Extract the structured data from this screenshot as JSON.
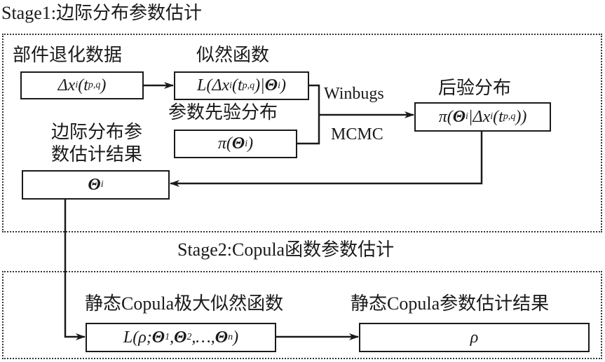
{
  "stage1": {
    "title": "Stage1:边际分布参数估计",
    "labels": {
      "degradation_data": "部件退化数据",
      "likelihood": "似然函数",
      "prior": "参数先验分布",
      "posterior": "后验分布",
      "result_line1": "边际分布参",
      "result_line2": "数估计结果"
    },
    "edge_labels": {
      "top": "Winbugs",
      "bottom": "MCMC"
    },
    "boxes": {
      "data": {
        "base": "Δx",
        "sub1": "i",
        "paren_open": "(t",
        "sub2": "p,q",
        "paren_close": ")"
      },
      "likelihood": {
        "prefix": "L(Δx",
        "sub1": "i",
        "mid": "(t",
        "sub2": "p,q",
        "mid2": ")|",
        "theta": "Θ",
        "sub3": "i",
        "close": ")"
      },
      "prior": {
        "prefix": "π(",
        "theta": "Θ",
        "sub": "i",
        "close": ")"
      },
      "posterior": {
        "prefix": "π(",
        "theta": "Θ",
        "sub1": "i",
        "mid": " |Δx",
        "sub2": "i",
        "mid2": "(t",
        "sub3": "p,q",
        "close": "))"
      },
      "result": {
        "theta": "Θ",
        "sub": "i"
      }
    }
  },
  "stage2": {
    "title": "Stage2:Copula函数参数估计",
    "labels": {
      "mle": "静态Copula极大似然函数",
      "result": "静态Copula参数估计结果"
    },
    "boxes": {
      "mle": {
        "prefix": "L(ρ;",
        "t1": "Θ",
        "s1": "1",
        "c1": ",",
        "t2": "Θ",
        "s2": "2",
        "c2": ",…,",
        "t3": "Θ",
        "s3": "n",
        "close": ")"
      },
      "result": {
        "value": "ρ"
      }
    }
  }
}
